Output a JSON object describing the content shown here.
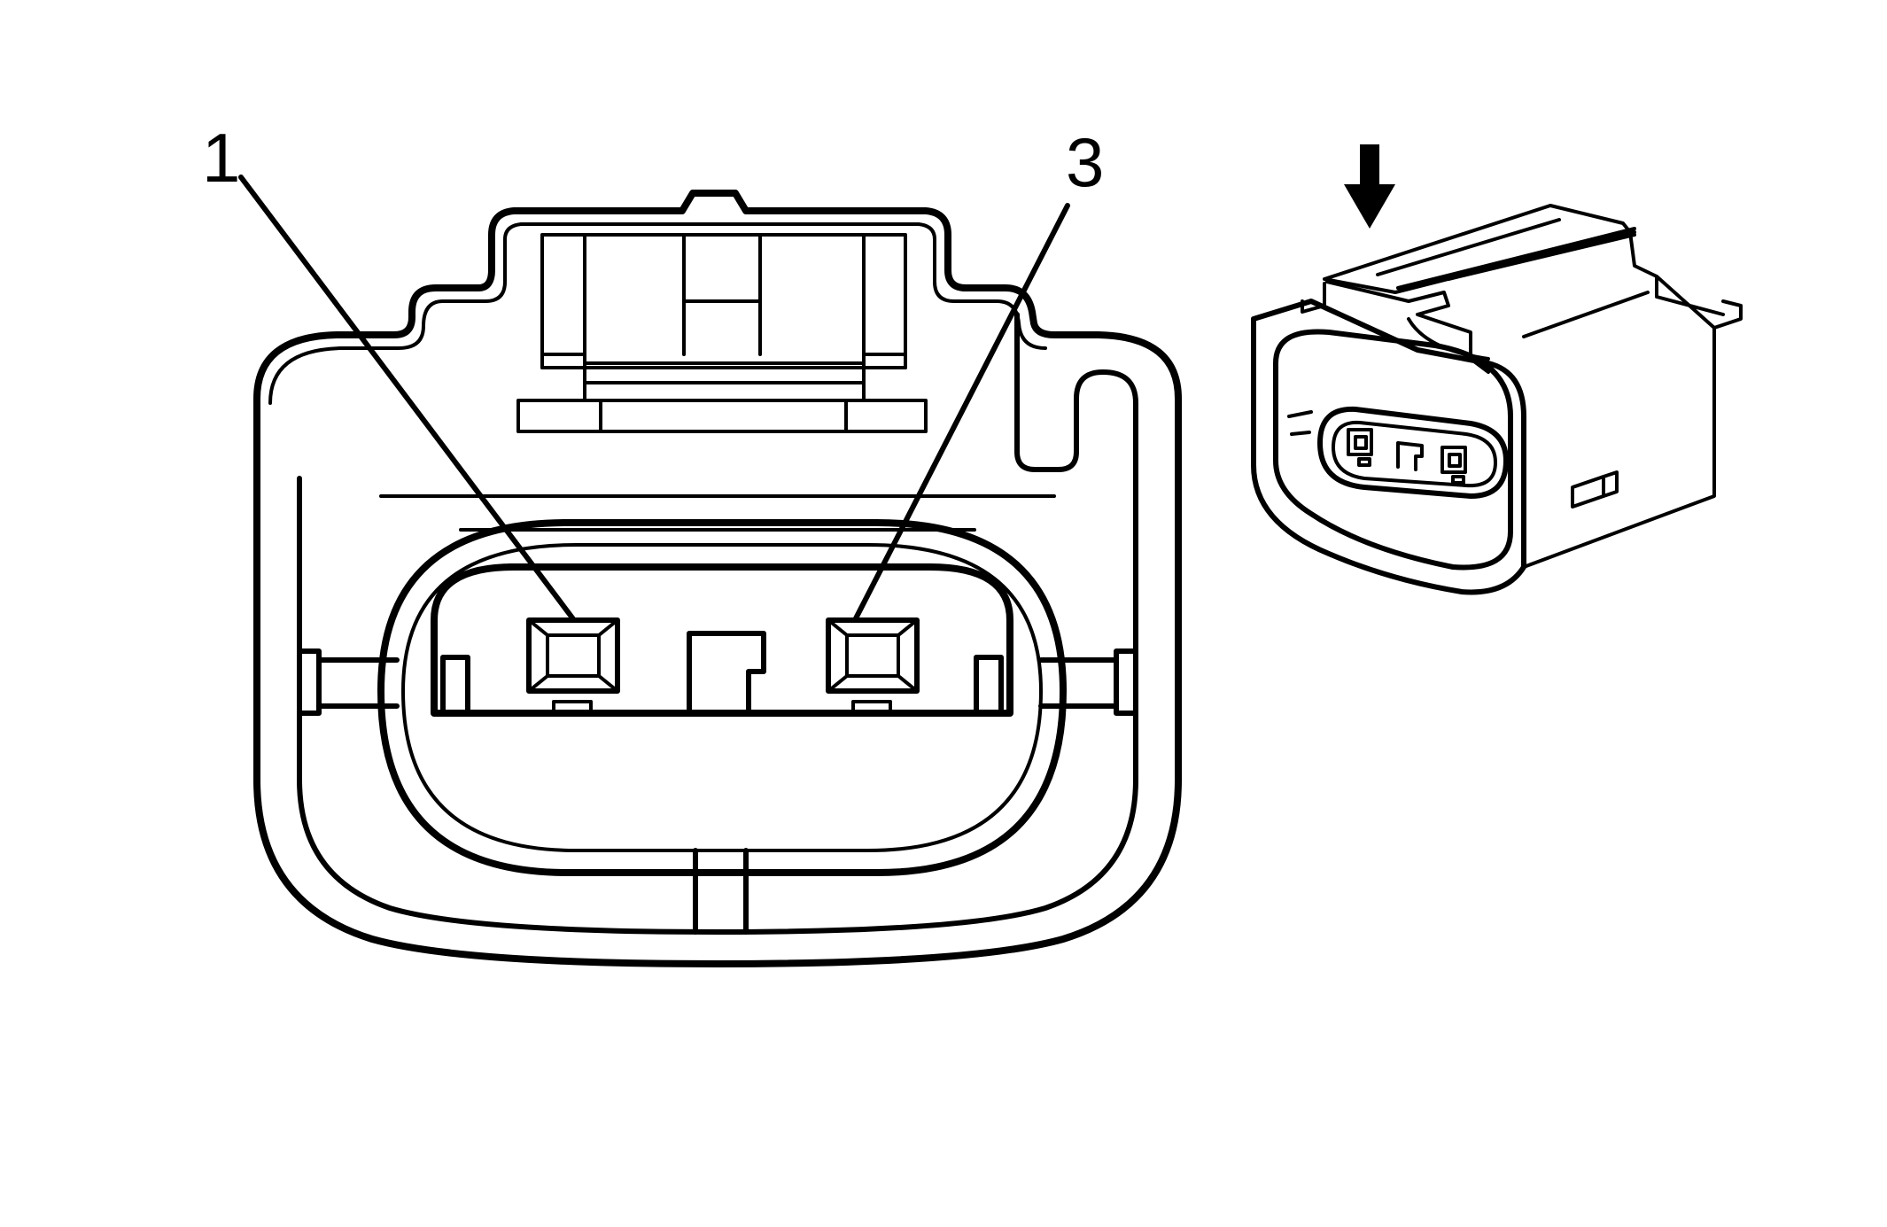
{
  "callouts": [
    {
      "id": "pin-1",
      "text": "1"
    },
    {
      "id": "pin-3",
      "text": "3"
    }
  ],
  "colors": {
    "ink": "#000000",
    "background": "#ffffff"
  },
  "icons": {
    "view_direction": "down-arrow-icon"
  }
}
